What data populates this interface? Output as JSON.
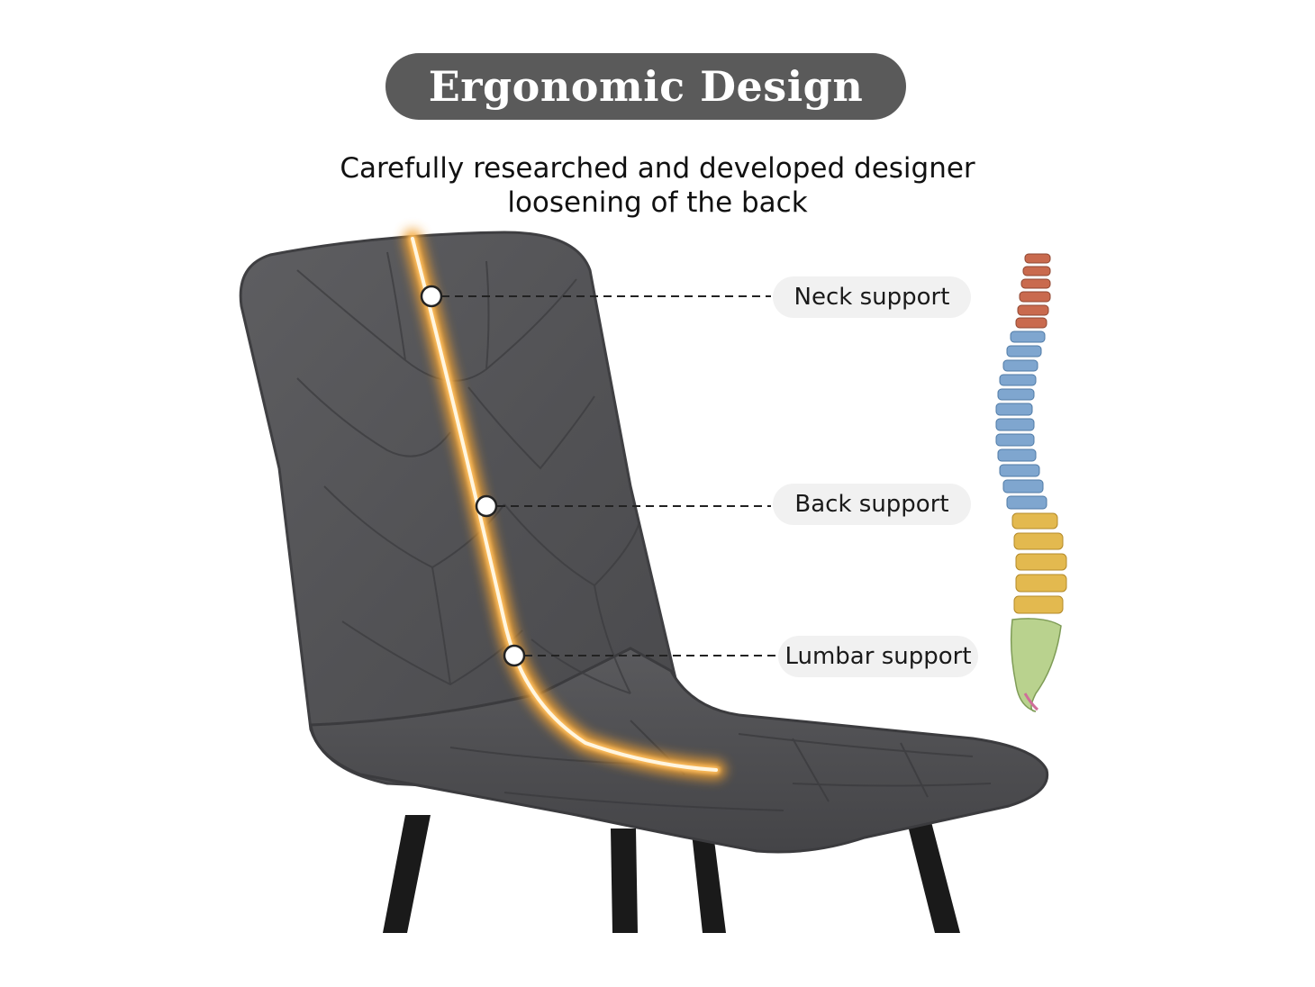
{
  "header": {
    "title": "Ergonomic Design"
  },
  "subtitle": {
    "line1": "Carefully researched and developed designer",
    "line2": "loosening of the back"
  },
  "callouts": {
    "neck": "Neck support",
    "back": "Back support",
    "lumbar": "Lumbar support"
  },
  "colors": {
    "pill_bg": "#5a5a5a",
    "fabric": "#555558",
    "glow": "#f0a030",
    "legs": "#1a1a1a",
    "spine_cervical": "#c96a4e",
    "spine_thoracic": "#7fa6cf",
    "spine_lumbar": "#e3b94f",
    "spine_sacrum": "#b9d28e"
  }
}
